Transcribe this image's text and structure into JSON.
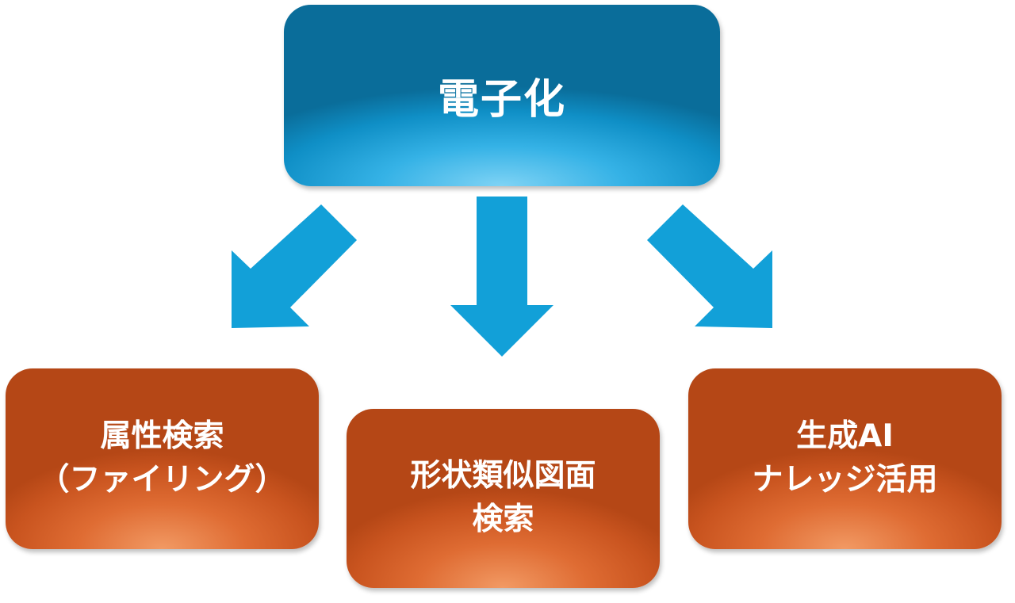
{
  "top_box": {
    "label": "電子化"
  },
  "bottom_boxes": [
    {
      "line1": "属性検索",
      "line2": "（ファイリング）"
    },
    {
      "line1": "形状類似図面",
      "line2": "検索"
    },
    {
      "line1": "生成AI",
      "line2": "ナレッジ活用"
    }
  ],
  "colors": {
    "arrow": "#12a0d8",
    "top_box": "#1596cf",
    "bottom_box": "#d2602a",
    "text": "#ffffff"
  }
}
